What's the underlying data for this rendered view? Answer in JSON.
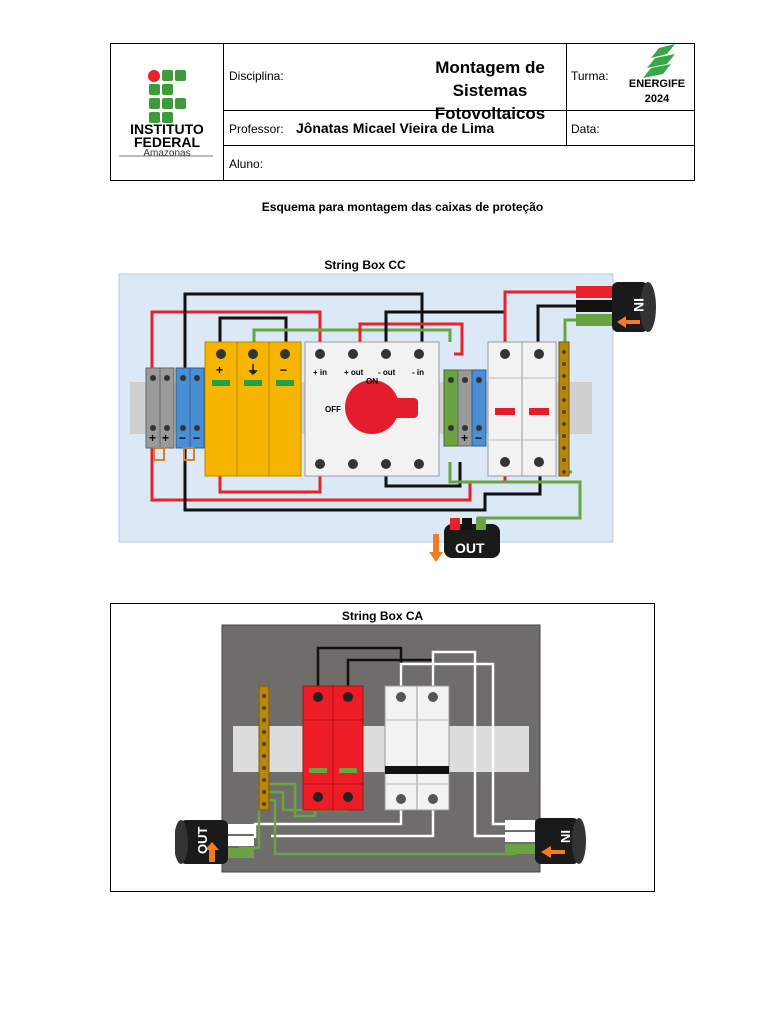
{
  "header": {
    "logo": {
      "line1": "INSTITUTO",
      "line2": "FEDERAL",
      "line3": "Amazonas"
    },
    "discipline_label": "Disciplina:",
    "discipline_value": "Montagem de Sistemas Fotovoltaicos",
    "class_label": "Turma:",
    "event_logo": {
      "name": "ENERGIFE",
      "year": "2024"
    },
    "teacher_label": "Professor:",
    "teacher_value": "Jônatas Micael Vieira de Lima",
    "date_label": "Data:",
    "student_label": "Aluno:"
  },
  "page_title": "Esquema para montagem das caixas de proteção",
  "cc_diagram": {
    "title": "String Box CC",
    "in_label": "IN",
    "out_label": "OUT",
    "switch_on": "ON",
    "switch_off": "OFF",
    "term_in_pos": "+ in",
    "term_out_pos": "+ out",
    "term_out_neg": "- out",
    "term_in_neg": "- in",
    "dps_plus": "+",
    "dps_ground": "⏚",
    "dps_minus": "−",
    "fuse_plus": "+",
    "fuse_minus": "−"
  },
  "ca_diagram": {
    "title": "String Box CA",
    "in_label": "IN",
    "out_label": "OUT"
  },
  "colors": {
    "dps_yellow": "#f7b500",
    "breaker_red": "#ee1c25",
    "wire_red": "#e8212a",
    "wire_green": "#6aa341",
    "fuse_blue": "#4a8fd6",
    "cc_bg": "#dbe8f5",
    "ca_bg": "#6f6d6c"
  }
}
